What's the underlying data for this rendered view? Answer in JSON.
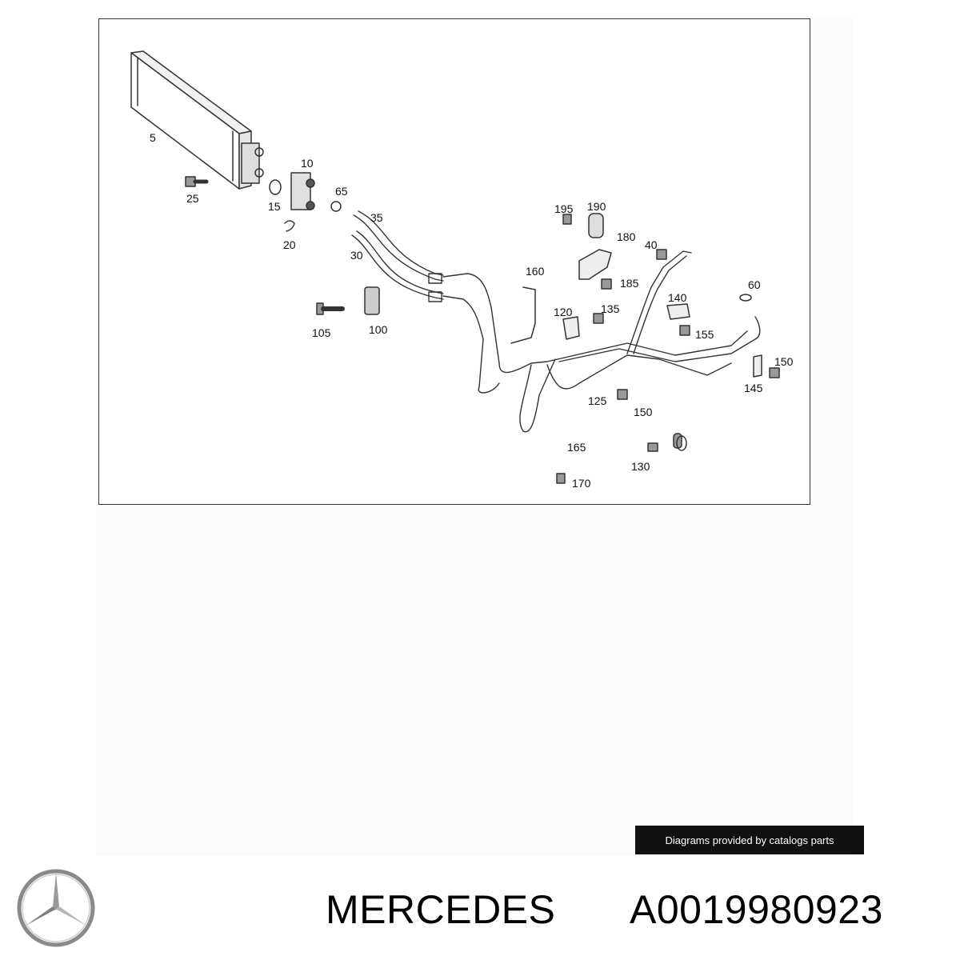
{
  "diagram": {
    "part_labels": [
      "5",
      "10",
      "25",
      "15",
      "65",
      "20",
      "35",
      "30",
      "105",
      "100",
      "195",
      "190",
      "180",
      "40",
      "160",
      "185",
      "140",
      "60",
      "120",
      "135",
      "155",
      "150",
      "145",
      "125",
      "150",
      "165",
      "130",
      "170"
    ]
  },
  "footer": {
    "credit": "Diagrams provided by catalogs parts",
    "brand": "MERCEDES",
    "part_number": "A0019980923",
    "logo_icon": "mercedes-star-icon"
  },
  "colors": {
    "line": "#333333",
    "badge_bg": "#111111",
    "badge_text": "#ffffff"
  }
}
